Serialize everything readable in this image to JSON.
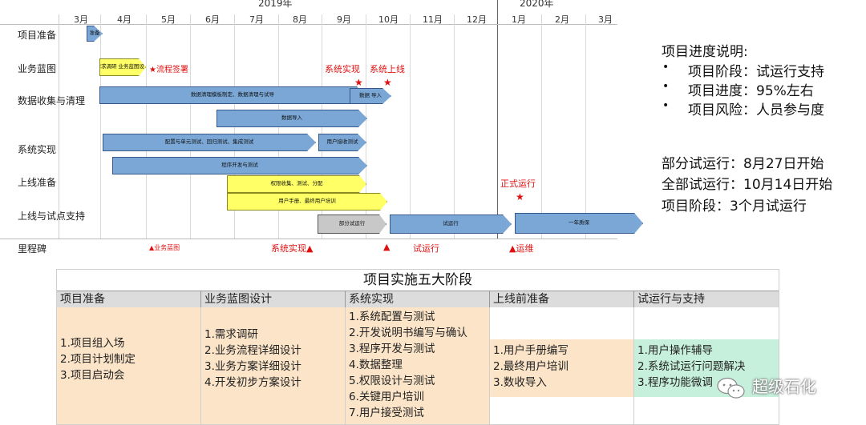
{
  "gantt": {
    "years": [
      "2019年",
      "2020年"
    ],
    "months": [
      "3月",
      "4月",
      "5月",
      "6月",
      "7月",
      "8月",
      "9月",
      "10月",
      "11月",
      "12月",
      "1月",
      "2月",
      "3月"
    ],
    "rows": [
      "项目准备",
      "业务蓝图",
      "数据收集与清理",
      "系统实现",
      "上线准备",
      "上线与试点支持",
      "里程碑"
    ],
    "bars": {
      "prep": "准备",
      "blueprint": "需求调研 业务蓝图设计",
      "data_main": "数据清理模板制定、数据清理与试导",
      "data_import_short": "数据 导入",
      "data_import": "数据导入",
      "config_test": "配置与单元测试、回归测试、集成测试",
      "uat": "用户接收测试",
      "dev_test": "程序开发与测试",
      "perm": "权限收集、测试、分配",
      "manual": "用户手册、最终用户培训",
      "partial_trial": "部分试运行",
      "trial": "试运行",
      "support": "一年质保"
    },
    "annotations": {
      "flow_signoff": "★流程签署",
      "sys_impl": "系统实现",
      "sys_go_live": "系统上线",
      "formal_run": "正式运行"
    },
    "milestones": {
      "blueprint": "▲业务蓝图",
      "sys_impl": "系统实现▲",
      "trial_marker": "▲",
      "trial": "试运行",
      "operate": "▲运维"
    }
  },
  "notes": {
    "title": "项目进度说明:",
    "bullets": [
      "项目阶段：试运行支持",
      "项目进度：95%左右",
      "项目风险：人员参与度"
    ],
    "lines": [
      "部分试运行：8月27日开始",
      "全部试运行：10月14日开始",
      "项目阶段：3个月试运行"
    ]
  },
  "table": {
    "title": "项目实施五大阶段",
    "headers": [
      "项目准备",
      "业务蓝图设计",
      "系统实现",
      "上线前准备",
      "试运行与支持"
    ],
    "columns": [
      [
        "1.项目组入场",
        "2.项目计划制定",
        "3.项目启动会"
      ],
      [
        "1.需求调研",
        "2.业务流程详细设计",
        "3.业务方案详细设计",
        "4.开发初步方案设计"
      ],
      [
        "1.系统配置与测试",
        "2.开发说明书编写与确认",
        "3.程序开发与测试",
        "4.数据整理",
        "5.权限设计与测试",
        "6.关键用户培训",
        "7.用户接受测试"
      ],
      [
        "1.用户手册编写",
        "2.最终用户培训",
        "3.数收导入"
      ],
      [
        "1.用户操作辅导",
        "2.系统试运行问题解决",
        "3.程序功能微调"
      ]
    ],
    "colors": {
      "beige": "#fbe4c8",
      "green": "#c7f0dc"
    }
  },
  "watermark": {
    "text": "超级石化",
    "icon": "wechat-icon"
  }
}
